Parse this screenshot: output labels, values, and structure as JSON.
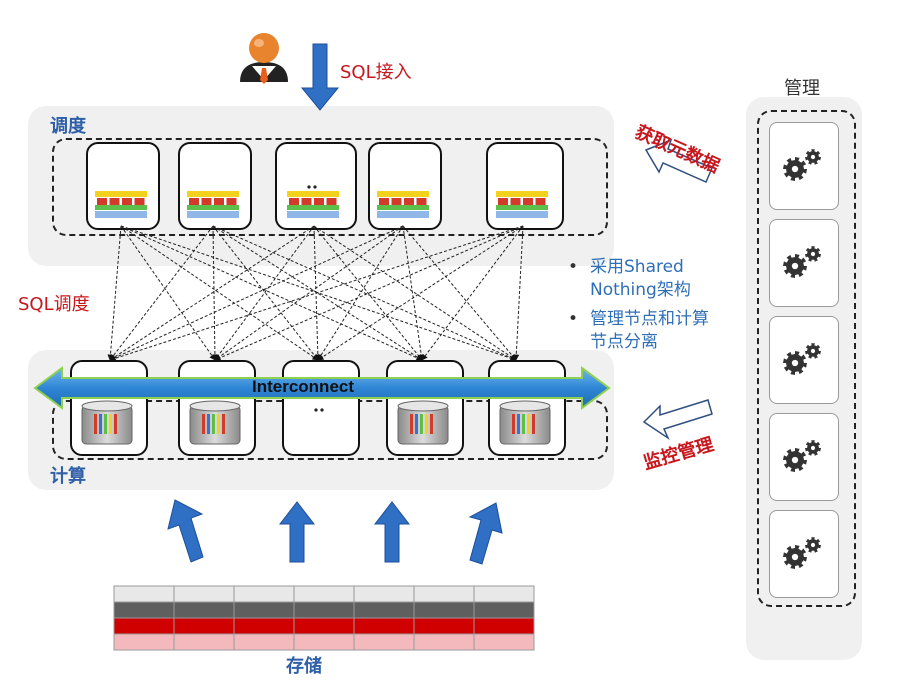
{
  "top": {
    "sql_access_label": "SQL接入"
  },
  "scheduling": {
    "title": "调度"
  },
  "compute": {
    "title": "计算",
    "interconnect_label": "Interconnect"
  },
  "sql_scheduling_label": "SQL调度",
  "storage": {
    "title": "存储"
  },
  "management": {
    "title": "管理",
    "gear_count": 5
  },
  "arrows": {
    "get_metadata_label": "获取元数据",
    "monitor_label": "监控管理"
  },
  "bullets": [
    {
      "line1": "采用Shared",
      "line2": "Nothing架构"
    },
    {
      "line1": "管理节点和计算",
      "line2": "节点分离"
    }
  ],
  "colors": {
    "panel_bg": "#f0f0f0",
    "label_blue": "#2f5fa7",
    "label_red": "#c8161d",
    "arrow_blue": "#2f6fc4",
    "interconnect": "#3b8fd6",
    "storage_dark": "#5f5f5f",
    "storage_red": "#d00000",
    "storage_pink": "#f3b9bd"
  }
}
